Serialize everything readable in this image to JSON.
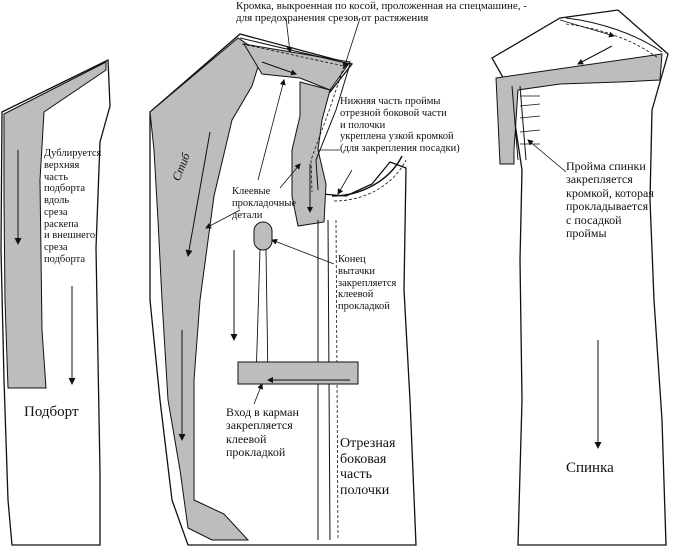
{
  "texts": {
    "top_note": "Кромка, выкроенная по косой, проложенная на спецмашине, -\nдля предохранения срезов от растяжения",
    "facing_note": "Дублируется\nверхняя\nчасть\nподборта\nвдоль\nсреза\nраскепа\nи внешнего\nсреза\nподборта",
    "facing_title": "Подборт",
    "armhole_front_note": "Нижняя часть проймы\n отрезной боковой части\n и полочки\nукреплена узкой кромкой\n(для закрепления посадки)",
    "stab_label": "Стиб",
    "adhesive_parts": "Клеевые\nпрокладочные\nдетали",
    "dart_note": "Конец\nвытачки\nзакрепляется\nклеевой\nпрокладкой",
    "pocket_note": "Вход в карман\nзакрепляется\nклеевой\nпрокладкой",
    "side_part_title": "Отрезная\nбоковая\nчасть\nполочки",
    "back_armhole_note": "Пройма спинки\nзакрепляется\nкромкой, которая\nпрокладывается\nс посадкой\nпроймы",
    "back_title": "Спинка"
  },
  "colors": {
    "outline": "#111111",
    "interfacing_fill": "#bdbdbd",
    "background": "#ffffff"
  }
}
